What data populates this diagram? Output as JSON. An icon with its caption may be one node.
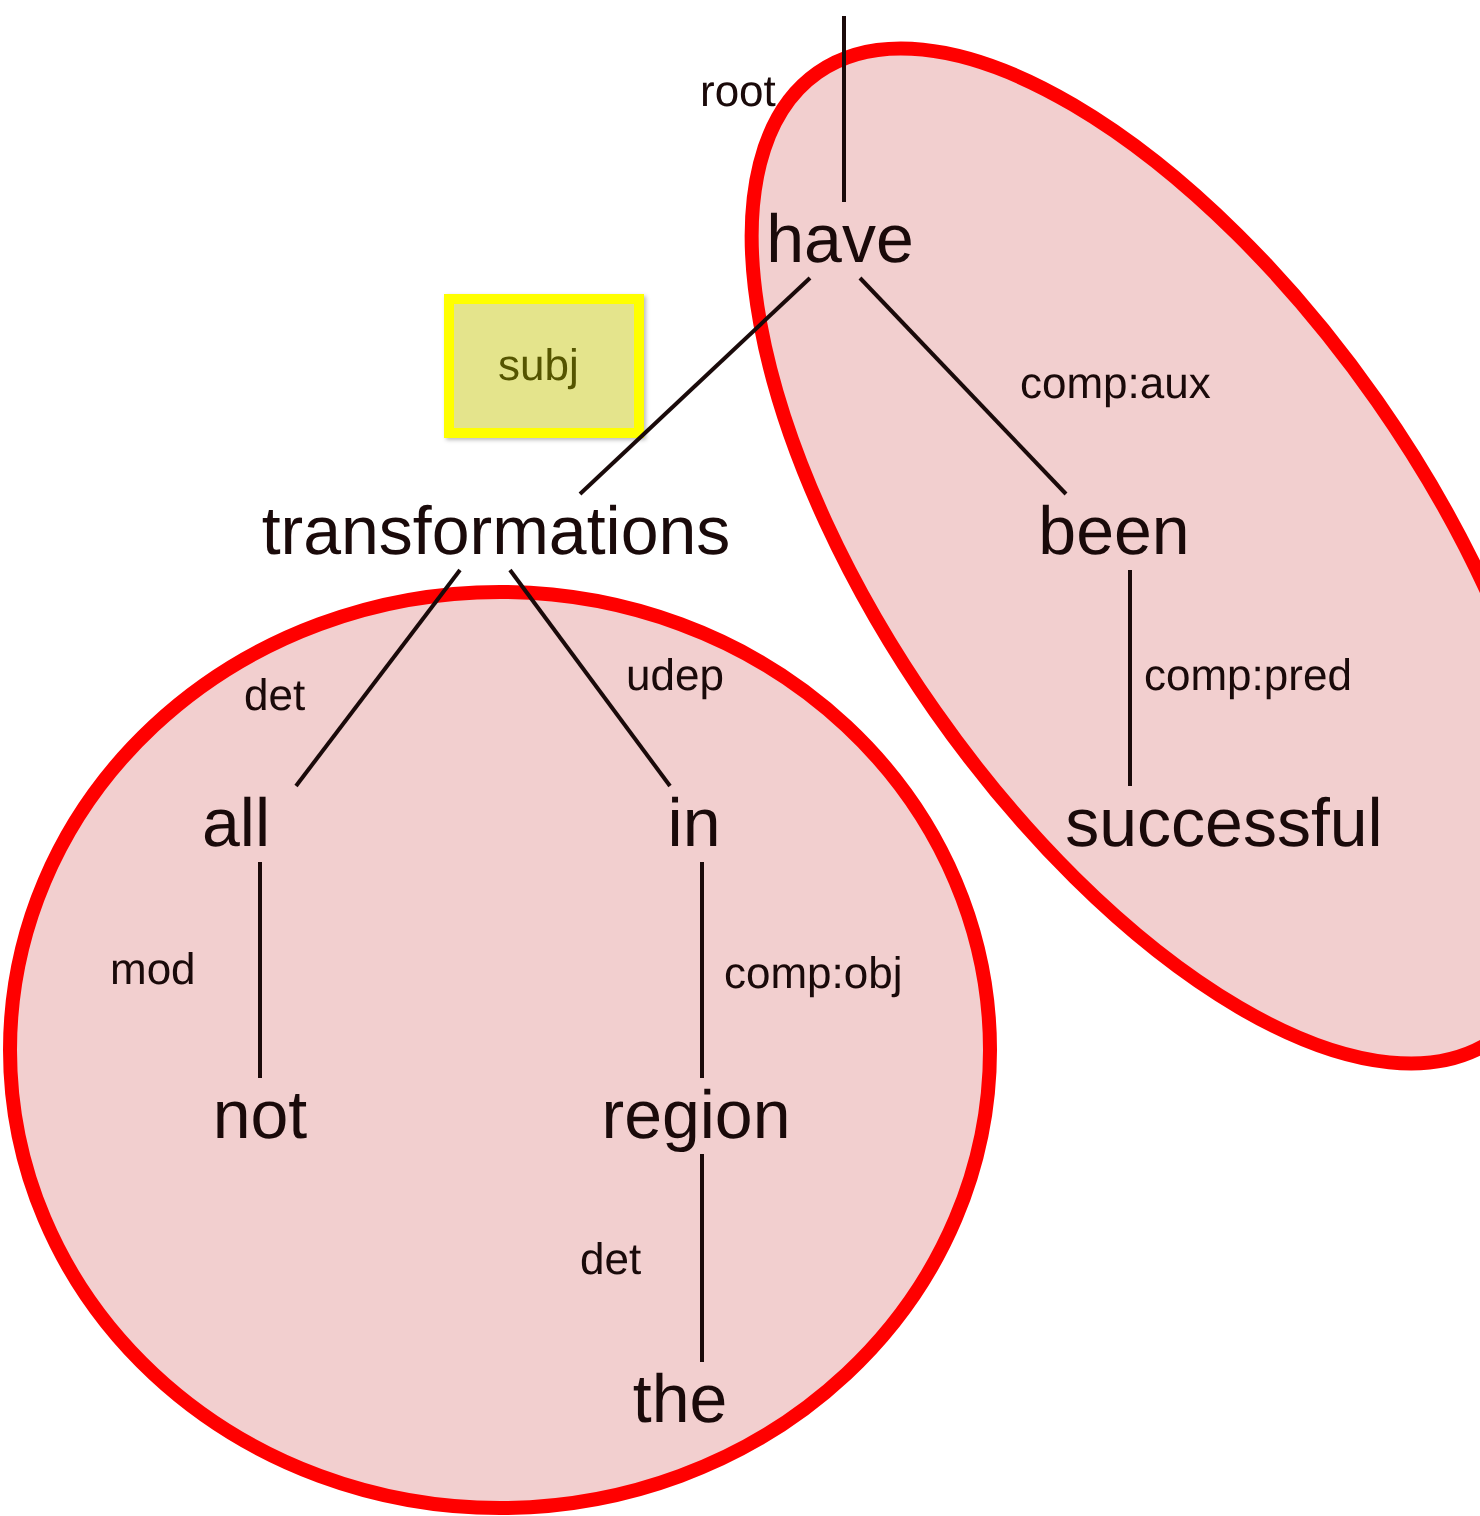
{
  "diagram": {
    "nodes": [
      {
        "text": [
          "have"
        ]
      },
      {
        "text": [
          "transformations"
        ]
      },
      {
        "text": [
          "been"
        ]
      },
      {
        "text": [
          "all"
        ]
      },
      {
        "text": [
          "in"
        ]
      },
      {
        "text": [
          "successful"
        ]
      },
      {
        "text": [
          "not"
        ]
      },
      {
        "text": [
          "region"
        ]
      },
      {
        "text": [
          "the"
        ]
      }
    ],
    "edges": [
      {
        "from": null,
        "to": 0,
        "arrow": "none",
        "label": "root"
      },
      {
        "from": 0,
        "to": 1,
        "arrow": "none",
        "label": "subj"
      },
      {
        "from": 0,
        "to": 2,
        "arrow": "none",
        "label": "comp:aux"
      },
      {
        "from": 1,
        "to": 3,
        "arrow": "none",
        "label": "det"
      },
      {
        "from": 1,
        "to": 4,
        "arrow": "none",
        "label": "udep"
      },
      {
        "from": 2,
        "to": 5,
        "arrow": "none",
        "label": "comp:pred"
      },
      {
        "from": 3,
        "to": 6,
        "arrow": "none",
        "label": "mod"
      },
      {
        "from": 4,
        "to": 7,
        "arrow": "none",
        "label": "comp:obj"
      },
      {
        "from": 7,
        "to": 8,
        "arrow": "none",
        "label": "det"
      }
    ]
  }
}
